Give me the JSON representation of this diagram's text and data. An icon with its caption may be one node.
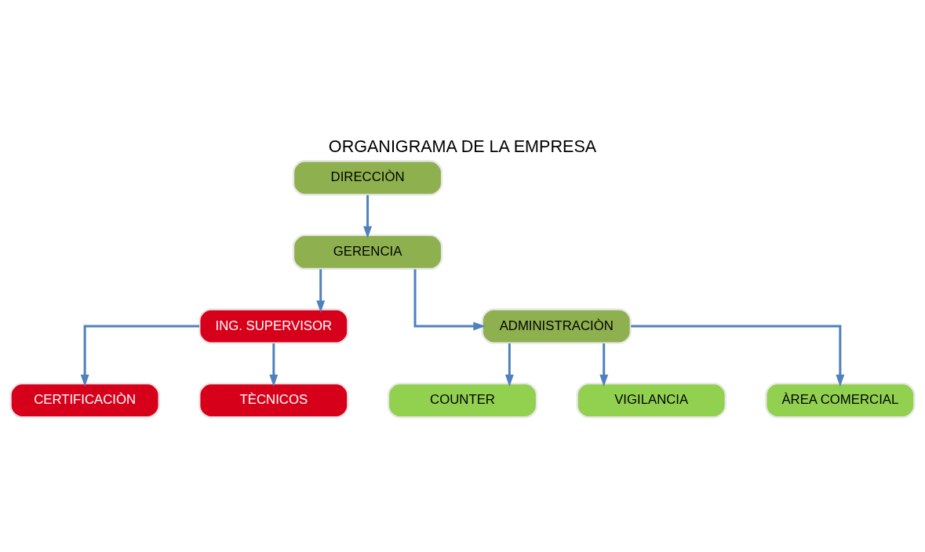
{
  "diagram": {
    "title": "ORGANIGRAMA DE LA EMPRESA",
    "nodes": [
      {
        "text": [
          "DIRECCIÒN"
        ]
      },
      {
        "text": [
          "GERENCIA"
        ]
      },
      {
        "text": [
          "ING. SUPERVISOR"
        ]
      },
      {
        "text": [
          "ADMINISTRACIÒN"
        ]
      },
      {
        "text": [
          "CERTIFICACIÒN"
        ]
      },
      {
        "text": [
          "TÈCNICOS"
        ]
      },
      {
        "text": [
          "COUNTER"
        ]
      },
      {
        "text": [
          "VIGILANCIA"
        ]
      },
      {
        "text": [
          "ÀREA COMERCIAL"
        ]
      }
    ],
    "edges": [
      {
        "from": 0,
        "to": 1,
        "arrow": "to"
      },
      {
        "from": 1,
        "to": 2,
        "arrow": "to"
      },
      {
        "from": 1,
        "to": 3,
        "arrow": "to"
      },
      {
        "from": 2,
        "to": 4,
        "arrow": "to"
      },
      {
        "from": 2,
        "to": 5,
        "arrow": "to"
      },
      {
        "from": 3,
        "to": 6,
        "arrow": "to"
      },
      {
        "from": 3,
        "to": 7,
        "arrow": "to"
      },
      {
        "from": 3,
        "to": 8,
        "arrow": "to"
      }
    ]
  }
}
